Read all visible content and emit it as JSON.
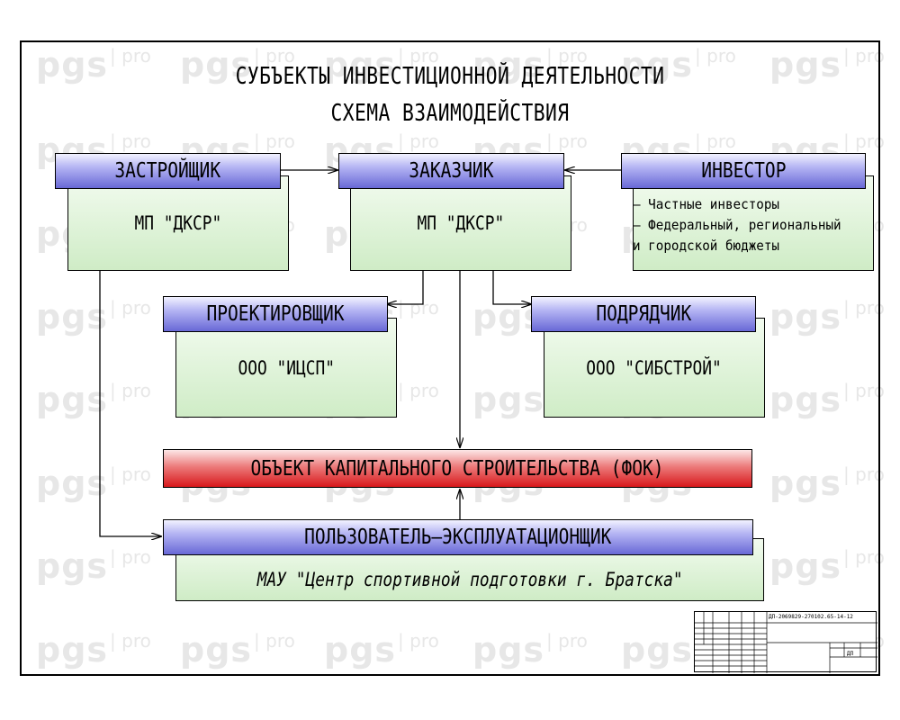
{
  "watermark": {
    "brand": "pgs",
    "suffix": "pro"
  },
  "title": {
    "line1": "СУБЪЕКТЫ ИНВЕСТИЦИОННОЙ ДЕЯТЕЛЬНОСТИ",
    "line2": "СХЕМА ВЗАИМОДЕЙСТВИЯ"
  },
  "developer": {
    "header": "ЗАСТРОЙЩИК",
    "body": "МП \"ДКСР\""
  },
  "customer": {
    "header": "ЗАКАЗЧИК",
    "body": "МП \"ДКСР\""
  },
  "investor": {
    "header": "ИНВЕСТОР",
    "item1": "– Частные инвесторы",
    "item2": "– Федеральный, региональный",
    "item3": "и городской бюджеты"
  },
  "designer": {
    "header": "ПРОЕКТИРОВЩИК",
    "body": "ООО \"ИЦСП\""
  },
  "contractor": {
    "header": "ПОДРЯДЧИК",
    "body": "ООО \"СИБСТРОЙ\""
  },
  "object": {
    "label": "ОБЪЕКТ КАПИТАЛЬНОГО СТРОИТЕЛЬСТВА (ФОК)"
  },
  "user": {
    "header": "ПОЛЬЗОВАТЕЛЬ–ЭКСПЛУАТАЦИОНЩИК",
    "body": "МАУ \"Центр спортивной подготовки г. Братска\""
  },
  "stamp": {
    "code": "ДП-2069829-270102.65-14-12",
    "sheet": "ДП"
  },
  "colors": {
    "header": "#8a8ae6",
    "body": "#d9f0d2",
    "object": "#e03a3c"
  }
}
